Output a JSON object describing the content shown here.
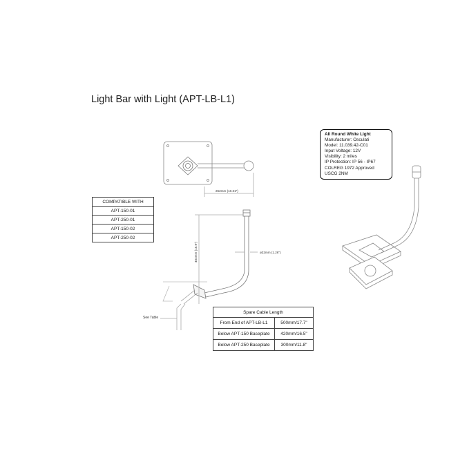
{
  "title": "Light Bar with Light  (APT-LB-L1)",
  "compatible": {
    "header": "COMPATIBLE WITH",
    "items": [
      "APT-150-01",
      "APT-250-01",
      "APT-150-02",
      "APT-250-02"
    ]
  },
  "light_info": {
    "title": "All Round White Light",
    "lines": [
      "Manufacturer: Osculati",
      "Model: 11.039.42-C01",
      "Input Voltage: 12V",
      "Visibility: 2 miles",
      "IP Protection: IP 56 - IP67",
      "COLREG 1972 Approved",
      "USCG 2NM"
    ]
  },
  "dimensions": {
    "width": "262mm (10.31\")",
    "height": "404mm (15.9\")",
    "diameter": "ø32mm (1.26\")"
  },
  "see_table": "See Table",
  "spare_cable": {
    "header": "Spare Cable Length",
    "rows": [
      {
        "label": "From End of APT-LB-L1",
        "value": "500mm/17.7\""
      },
      {
        "label": "Below APT-150 Baseplate",
        "value": "420mm/16.5\""
      },
      {
        "label": "Below APT-250 Baseplate",
        "value": "300mm/11.8\""
      }
    ]
  }
}
